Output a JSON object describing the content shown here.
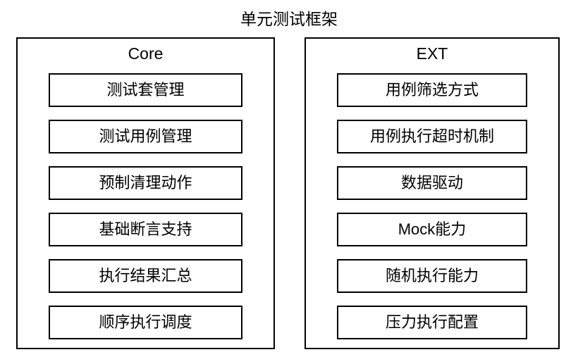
{
  "diagram": {
    "title": "单元测试框架",
    "columns": [
      {
        "id": "core",
        "title": "Core",
        "items": [
          {
            "label": "测试套管理"
          },
          {
            "label": "测试用例管理"
          },
          {
            "label": "预制清理动作"
          },
          {
            "label": "基础断言支持"
          },
          {
            "label": "执行结果汇总"
          },
          {
            "label": "顺序执行调度"
          }
        ]
      },
      {
        "id": "ext",
        "title": "EXT",
        "items": [
          {
            "label": "用例筛选方式"
          },
          {
            "label": "用例执行超时机制"
          },
          {
            "label": "数据驱动"
          },
          {
            "label": "Mock能力"
          },
          {
            "label": "随机执行能力"
          },
          {
            "label": "压力执行配置"
          }
        ]
      }
    ]
  },
  "colors": {
    "background": "#ffffff",
    "stroke": "#000000",
    "text": "#000000"
  }
}
